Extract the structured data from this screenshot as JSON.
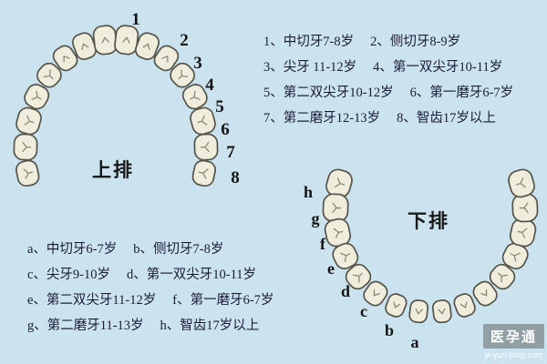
{
  "colors": {
    "background": "#cbe3ef",
    "tooth_fill": "#f0eddc",
    "tooth_stroke": "#55544a",
    "fissure": "#8b897b",
    "label": "#141414",
    "text": "#1b1b38"
  },
  "upper": {
    "arch_label": "上排",
    "tooth_labels": [
      "1",
      "2",
      "3",
      "4",
      "5",
      "6",
      "7",
      "8"
    ],
    "legend": [
      "1、中切牙7-8岁",
      "2、侧切牙8-9岁",
      "3、尖牙 11-12岁",
      "4、第一双尖牙10-11岁",
      "5、第二双尖牙10-12岁",
      "6、第一磨牙6-7岁",
      "7、第二磨牙12-13岁",
      "8、智齿17岁以上"
    ]
  },
  "lower": {
    "arch_label": "下排",
    "tooth_labels": [
      "h",
      "g",
      "f",
      "e",
      "d",
      "c",
      "b",
      "a"
    ],
    "legend": [
      "a、中切牙6-7岁",
      "b、侧切牙7-8岁",
      "c、尖牙9-10岁",
      "d、第一双尖牙10-11岁",
      "e、第二双尖牙11-12岁",
      "f、第一磨牙6-7岁",
      "g、第二磨牙11-13岁",
      "h、智齿17岁以上"
    ]
  },
  "watermark": {
    "name": "医孕通",
    "url": "yi-yun-tong.com"
  }
}
